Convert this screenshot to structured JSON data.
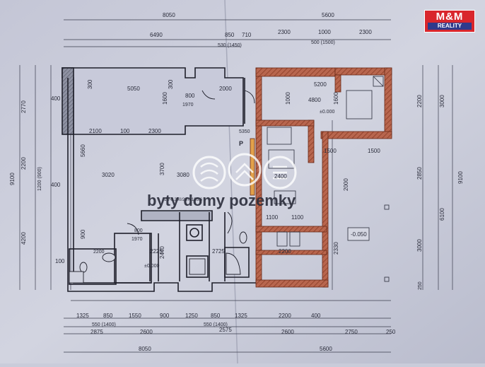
{
  "logo": {
    "brand": "M&M",
    "sub": "REALITY"
  },
  "watermark": {
    "text": "byty domy pozemky"
  },
  "dims": {
    "top_total": "8050",
    "top_right": "5600",
    "top_6490": "6490",
    "top_850": "850",
    "top_710": "710",
    "top_530": "530 (1450)",
    "top_2300a": "2300",
    "top_1000": "1000",
    "top_2300b": "2300",
    "top_500": "500 (1500)",
    "left_2770": "2770",
    "left_9100": "9100",
    "left_2200": "2200",
    "left_1200": "1200 (900)",
    "left_4200": "4200",
    "left_400a": "400",
    "left_400b": "400",
    "left_100": "100",
    "right_2200": "2200",
    "right_3000a": "3000",
    "right_9100": "9100",
    "right_2850": "2850",
    "right_6100": "6100",
    "right_3000b": "3000",
    "right_250": "250",
    "bot_1325a": "1325",
    "bot_850": "850",
    "bot_1550": "1550",
    "bot_900": "900",
    "bot_1250": "1250",
    "bot_850b": "850",
    "bot_1325b": "1325",
    "bot_2200": "2200",
    "bot_400": "400",
    "bot_550a": "550 (1400)",
    "bot_550b": "550 (1400)",
    "bot_2875": "2875",
    "bot_2600a": "2600",
    "bot_2575": "2575",
    "bot_2600b": "2600",
    "bot_2750": "2750",
    "bot_250": "250",
    "bot_total": "8050",
    "bot_right": "5600"
  },
  "rooms": {
    "r5050": "5050",
    "r2000": "2000",
    "r1600": "1600",
    "r800": "800",
    "r1970": "1970",
    "r300a": "300",
    "r300b": "300",
    "r2100": "2100",
    "r100": "100",
    "r2300": "2300",
    "r3020": "3020",
    "r3700": "3700",
    "r3080": "3080",
    "r5660": "5660",
    "r5350": "5350",
    "r5200": "5200",
    "r4800": "4800",
    "r1600b": "1600",
    "r1000": "1000",
    "r0000": "±0.000",
    "r1500a": "1500",
    "r1500b": "1500",
    "r2000b": "2000",
    "r2400": "2400",
    "r1100a": "1100",
    "r1100b": "1100",
    "r2200": "2200",
    "r2330": "2330",
    "r050": "-0.050",
    "r2725": "2725",
    "r2225": "2225",
    "r2440": "2440",
    "r0000b": "±0.000",
    "r1970b": "1970",
    "r800b": "800",
    "r900": "900",
    "r2200b": "2200",
    "stair": "1S-0.200/267x155.6",
    "pletter": "P"
  }
}
